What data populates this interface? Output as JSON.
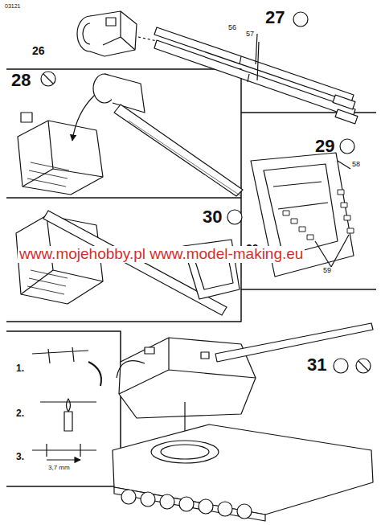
{
  "diagram": {
    "labels": [
      "03121",
      "27",
      "26",
      "56",
      "57",
      "28",
      "29",
      "58",
      "59",
      "30",
      "29",
      "www.mojehobby.pl www.model-making.eu",
      "1.",
      "2.",
      "3.",
      "3,7 mm",
      "31"
    ]
  }
}
